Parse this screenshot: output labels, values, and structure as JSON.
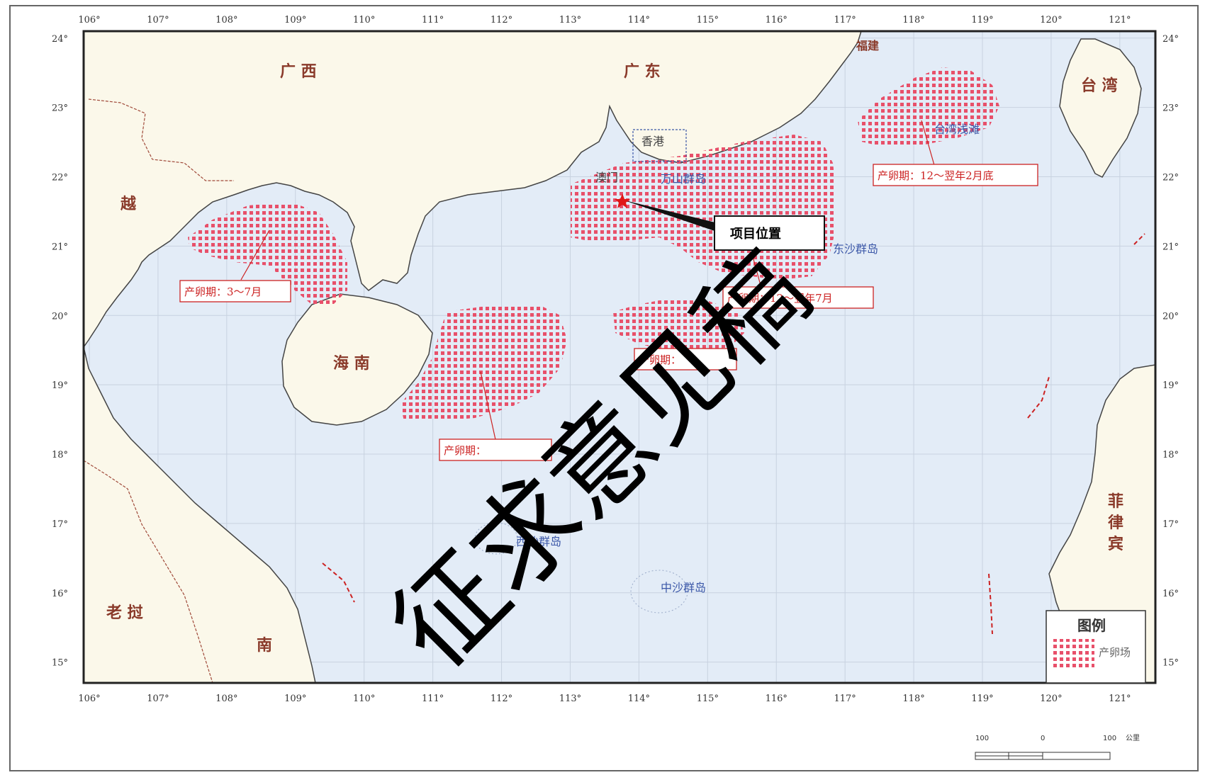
{
  "map": {
    "top_lon_labels": [
      "106°",
      "107°",
      "108°",
      "109°",
      "110°",
      "111°",
      "112°",
      "113°",
      "114°",
      "115°",
      "116°",
      "117°",
      "118°",
      "119°",
      "120°",
      "121°"
    ],
    "bottom_lon_labels": [
      "106°",
      "107°",
      "108°",
      "109°",
      "110°",
      "111°",
      "112°",
      "113°",
      "114°",
      "115°",
      "116°",
      "117°",
      "118°",
      "119°",
      "120°",
      "121°"
    ],
    "left_lat_labels": [
      "24°",
      "23°",
      "22°",
      "21°",
      "20°",
      "19°",
      "18°",
      "17°",
      "16°",
      "15°"
    ],
    "right_lat_labels": [
      "24°",
      "23°",
      "22°",
      "21°",
      "20°",
      "19°",
      "18°",
      "17°",
      "16°",
      "15°"
    ],
    "land_labels": {
      "guangxi": "广 西",
      "guangdong": "广 东",
      "fujian": "福建",
      "taiwan": "台 湾",
      "yue": "越",
      "hainan": "海 南",
      "laowo": "老 挝",
      "nan": "南",
      "philippines": [
        "菲",
        "律",
        "宾"
      ],
      "aomen": "澳门",
      "xianggang": "香港"
    },
    "island_labels": {
      "wanshan": "万山群岛",
      "dongsha": "东沙群岛",
      "xisha": "西沙群岛",
      "zhongsha": "中沙群岛",
      "taiwan_shoal": "台湾浅滩"
    },
    "spawning_periods": {
      "gulf_tonkin": "产卵期：3～7月",
      "pearl_river": "产卵期：12～翌年7月",
      "mid_shelf": "产卵期：",
      "south_hainan": "产卵期：",
      "taiwan_shoal": "产卵期：12～翌年2月底"
    },
    "station_label": "项目位置",
    "legend": {
      "title": "图例",
      "item": "产卵场"
    },
    "scale": {
      "left": "100",
      "mid": "0",
      "right": "100",
      "unit": "公里"
    },
    "watermark": "征求意见稿",
    "colors": {
      "land": "#fbf8ea",
      "sea": "#e3ecf7",
      "grid": "#c8d2e0",
      "spawn": "#e8506a",
      "label_red": "#cc2222",
      "island_blue": "#3b57a8"
    }
  }
}
